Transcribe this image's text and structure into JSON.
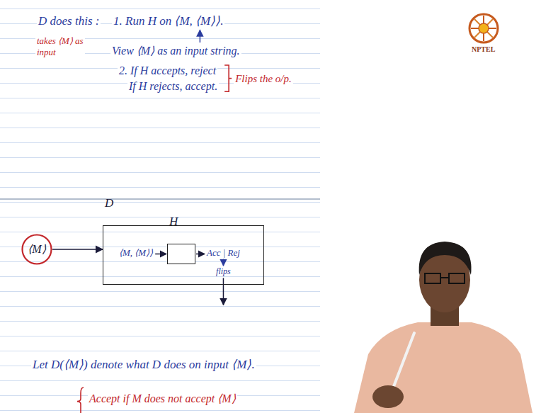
{
  "diagram": {
    "nodes": [
      {
        "text": [
          "⟨M⟩"
        ]
      },
      {
        "text": [
          "D"
        ]
      },
      {
        "text": [
          "H"
        ],
        "in": 1
      }
    ],
    "edges": [
      {
        "from": 0,
        "to": 1,
        "arrow": "to"
      }
    ],
    "labels": [
      "D does this :",
      "1. Run H on ⟨M, ⟨M⟩⟩.",
      "takes ⟨M⟩ as input",
      "View ⟨M⟩ as an input string.",
      "2. If H accepts, reject",
      "If H rejects, accept.",
      "Flips the o/p.",
      "⟨M, ⟨M⟩⟩",
      "Acc | Rej",
      "flips",
      "Let D(⟨M⟩) denote what D does on input ⟨M⟩.",
      "Accept if M does not accept ⟨M⟩",
      "NPTEL"
    ]
  }
}
